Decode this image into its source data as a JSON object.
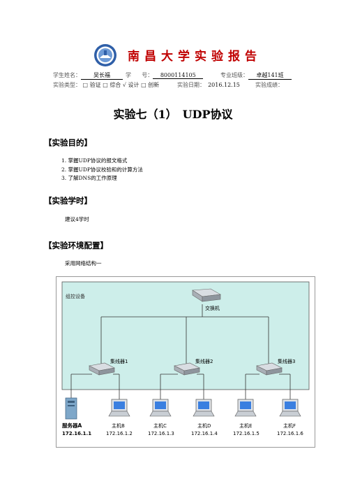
{
  "header": {
    "title": "南昌大学实验报告",
    "student_name_label": "学生姓名：",
    "student_name": "吴长福",
    "student_id_label": "学      号：",
    "student_id": "8000114105",
    "class_label": "专业班级：",
    "class": "卓越141班",
    "exp_type_label": "实验类型：",
    "exp_types": [
      {
        "box": "□",
        "label": "验证"
      },
      {
        "box": "□",
        "label": "综合"
      },
      {
        "box": "√",
        "label": "设计"
      },
      {
        "box": "□",
        "label": "创新"
      }
    ],
    "exp_date_label": "实验日期：",
    "exp_date": "2016.12.15",
    "score_label": "实验成绩："
  },
  "experiment_title": "实验七（1）　UDP协议",
  "sections": {
    "purpose": {
      "heading": "【实验目的】",
      "items": [
        "1.  掌握UDP协议的报文格式",
        "2.  掌握UDP协议校验和的计算方法",
        "3.  了解DNS的工作原理"
      ]
    },
    "hours": {
      "heading": "【实验学时】",
      "text": "建议4学时"
    },
    "env": {
      "heading": "【实验环境配置】",
      "text": "采用网络结构一"
    }
  },
  "diagram": {
    "area_label": "组控设备",
    "switch_label": "交换机",
    "hubs": [
      "集线器1",
      "集线器2",
      "集线器3"
    ],
    "server": {
      "name": "服务器A",
      "ip": "172.16.1.1"
    },
    "hosts": [
      {
        "name": "主机B",
        "ip": "172.16.1.2"
      },
      {
        "name": "主机C",
        "ip": "172.16.1.3"
      },
      {
        "name": "主机D",
        "ip": "172.16.1.4"
      },
      {
        "name": "主机E",
        "ip": "172.16.1.5"
      },
      {
        "name": "主机F",
        "ip": "172.16.1.6"
      }
    ],
    "colors": {
      "area_fill": "#cdeeea",
      "area_border": "#555555",
      "device": "#b9bec4",
      "screen": "#3a7fe0",
      "server": "#7ea7c9"
    }
  }
}
